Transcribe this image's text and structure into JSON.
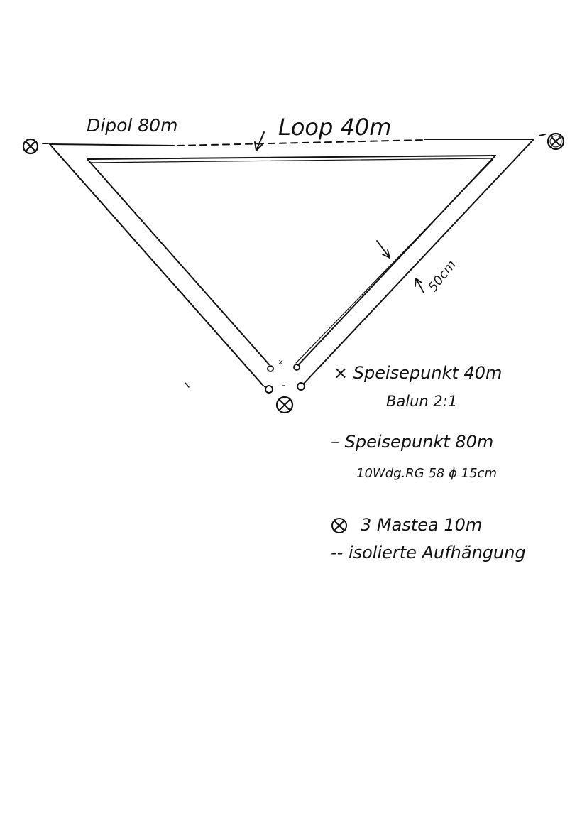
{
  "labels": {
    "dipole": "Dipol 80m",
    "loop": "Loop 40m",
    "spacing": "50cm",
    "feed_marker_x": "x",
    "feed_marker_dash": "-"
  },
  "legend": {
    "feed40_title": "× Speisepunkt 40m",
    "feed40_sub": "Balun 2:1",
    "feed80_title": "– Speisepunkt 80m",
    "feed80_sub": "10Wdg.RG 58 ϕ 15cm",
    "mast_text": "3 Mastea 10m",
    "insulator_text": "-- isolierte Aufhängung"
  },
  "icons": {
    "mast": "mast-cross-circle-icon",
    "insulator": "insulator-dash-icon"
  },
  "colors": {
    "ink": "#111111",
    "paper": "#ffffff"
  }
}
